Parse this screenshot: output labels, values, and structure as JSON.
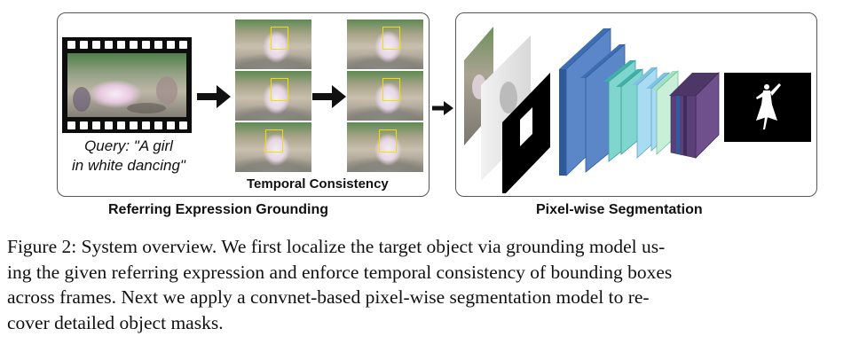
{
  "figure": {
    "left_panel_label": "Referring Expression Grounding",
    "right_panel_label": "Pixel-wise Segmentation",
    "temporal_label": "Temporal Consistency",
    "query_line1": "Query: \"A girl",
    "query_line2": "in white dancing\""
  },
  "caption": {
    "line1": "Figure 2:  System overview. We first localize the target object via grounding model us-",
    "line2": "ing the given referring expression and enforce temporal consistency of bounding boxes",
    "line3": "across frames. Next we apply a convnet-based pixel-wise segmentation model to re-",
    "line4": "cover detailed object masks."
  },
  "colors": {
    "panel_border": "#555555",
    "arrow": "#111111",
    "bbox": "#f0e000",
    "layer_blue": "#5b87c8",
    "layer_teal": "#7fd6cf",
    "layer_lightblue": "#a9dcf2",
    "layer_mint": "#c9efd9",
    "layer_purple": "#6f4f8c",
    "mask_bg": "#000000"
  }
}
